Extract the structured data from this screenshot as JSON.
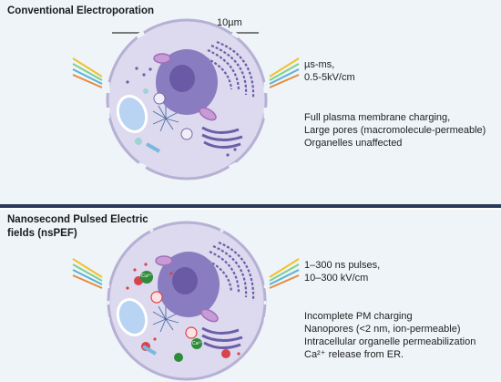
{
  "top": {
    "title": "Conventional Electroporation",
    "scale_bar": "10µm",
    "params": [
      "µs-ms,",
      "0.5-5kV/cm"
    ],
    "effects": [
      "Full plasma membrane charging,",
      "Large pores (macromolecule-permeable)",
      "Organelles unaffected"
    ]
  },
  "bottom": {
    "title_lines": [
      "Nanosecond Pulsed Electric",
      "fields (nsPEF)"
    ],
    "params": [
      "1–300 ns pulses,",
      "10–300 kV/cm"
    ],
    "effects": [
      "Incomplete PM charging",
      "Nanopores (<2 nm, ion-permeable)",
      "Intracellular organelle permeabilization",
      "Ca²⁺ release from ER."
    ],
    "calcium_label": "Ca²⁺"
  },
  "colors": {
    "panel_bg": "#eef4f8",
    "divider": "#2a3b5a",
    "cell_fill": "#ddd9ee",
    "nucleus": "#8a7cc0",
    "calcium": "#2e8b3a",
    "pore_red": "#d9434b"
  }
}
